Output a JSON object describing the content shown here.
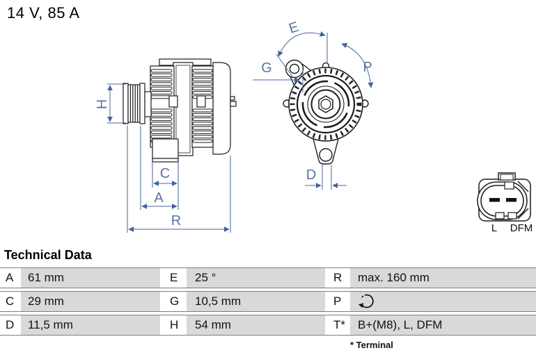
{
  "header": {
    "title": "14 V, 85 A"
  },
  "diagram": {
    "dimension_color": "#47639c",
    "drawing_color": "#1c1c1c",
    "side_view_labels": {
      "h": "H",
      "c": "C",
      "a": "A",
      "r": "R"
    },
    "front_view_labels": {
      "e": "E",
      "g": "G",
      "p": "P",
      "d": "D"
    },
    "connector_labels": {
      "left": "L",
      "right": "DFM"
    }
  },
  "tech_table": {
    "heading": "Technical Data",
    "rows": [
      {
        "c1": {
          "label": "A",
          "value": "61 mm"
        },
        "c2": {
          "label": "E",
          "value": "25 °"
        },
        "c3": {
          "label": "R",
          "value": "max. 160 mm"
        }
      },
      {
        "c1": {
          "label": "C",
          "value": "29 mm"
        },
        "c2": {
          "label": "G",
          "value": "10,5 mm"
        },
        "c3": {
          "label": "P",
          "icon": "rotation-direction-icon"
        }
      },
      {
        "c1": {
          "label": "D",
          "value": "11,5 mm"
        },
        "c2": {
          "label": "H",
          "value": "54 mm"
        },
        "c3": {
          "label": "T*",
          "value": "B+(M8), L, DFM"
        }
      }
    ],
    "footnote": "* Terminal",
    "cell_bg": "#d9d9d9",
    "border_color": "#7d7d7d"
  }
}
